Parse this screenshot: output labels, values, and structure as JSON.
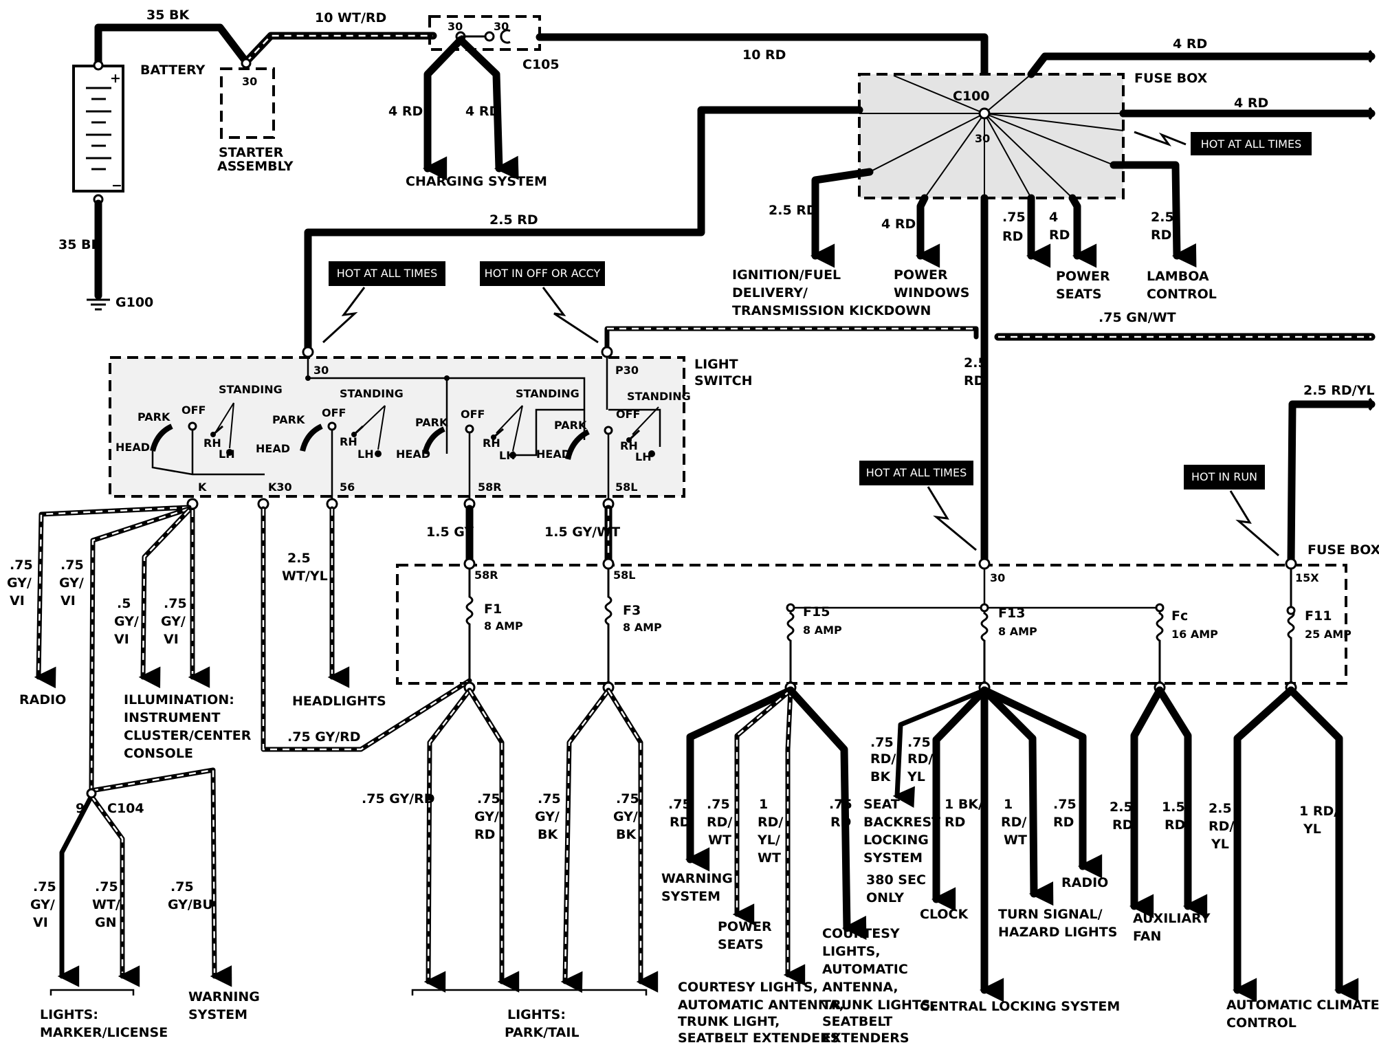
{
  "power_source": {
    "wire_batt_top": "35 BK",
    "wire_batt_starter": "10 WT/RD",
    "battery_label": "BATTERY",
    "wire_batt_ground": "35 BK",
    "ground_label": "G100",
    "starter_pin": "30",
    "starter_label_1": "STARTER",
    "starter_label_2": "ASSEMBLY",
    "connector_pin_a": "30",
    "connector_pin_b": "30",
    "connector_label": "C105",
    "wire_main": "10 RD",
    "charging_wire_a": "4 RD",
    "charging_wire_b": "4 RD",
    "charging_label": "CHARGING SYSTEM"
  },
  "upper_fuse_box": {
    "label": "FUSE BOX",
    "connector": "C100",
    "pin": "30",
    "out_top_1": "4 RD",
    "out_top_2": "4 RD",
    "tag_hot": "HOT AT ALL TIMES",
    "wire_to_switch": "2.5 RD",
    "branches": [
      {
        "wire": "2.5 RD",
        "lines": [
          "IGNITION/FUEL",
          "DELIVERY/",
          "TRANSMISSION KICKDOWN"
        ]
      },
      {
        "wire": "4 RD",
        "lines": [
          "POWER",
          "WINDOWS"
        ]
      },
      {
        "wire_lines": [
          ".75",
          "RD"
        ],
        "lines": []
      },
      {
        "wire_lines": [
          "4",
          "RD"
        ],
        "lines": [
          "POWER",
          "SEATS"
        ]
      },
      {
        "wire_lines": [
          "2.5",
          "RD"
        ],
        "lines": [
          "LAMBOA",
          "CONTROL"
        ]
      }
    ],
    "wire_gnwt": ".75 GN/WT",
    "wire_down_lines": [
      "2.5",
      "RD"
    ]
  },
  "light_switch": {
    "label_1": "LIGHT",
    "label_2": "SWITCH",
    "tag_hot_all": "HOT AT ALL TIMES",
    "tag_hot_off": "HOT IN OFF OR ACCY",
    "pin_30": "30",
    "pin_p30": "P30",
    "pin_k": "K",
    "pin_k30": "K30",
    "pin_56": "56",
    "pin_58r": "58R",
    "pin_58l": "58L",
    "word_standing": "STANDING",
    "word_park": "PARK",
    "word_off": "OFF",
    "word_head": "HEAD",
    "word_rh": "RH",
    "word_lh": "LH"
  },
  "switch_outputs": {
    "radio_wire": [
      ".75",
      "GY/",
      "VI"
    ],
    "radio_label": "RADIO",
    "c104_wire": [
      ".75",
      "GY/",
      "VI"
    ],
    "illum_wire_a": [
      ".5",
      "GY/",
      "VI"
    ],
    "illum_wire_b": [
      ".75",
      "GY/",
      "VI"
    ],
    "illum_label": [
      "ILLUMINATION:",
      "INSTRUMENT",
      "CLUSTER/CENTER",
      "CONSOLE"
    ],
    "k30_wire": ".75 GY/RD",
    "headlights_wire": [
      "2.5",
      "WT/YL"
    ],
    "headlights_label": "HEADLIGHTS",
    "wire_58r": "1.5 GY",
    "wire_58l": "1.5 GY/WT",
    "c104_pin": "9",
    "c104_label": "C104",
    "marker_wire_a": [
      ".75",
      "GY/",
      "VI"
    ],
    "marker_wire_b": [
      ".75",
      "WT/",
      "GN"
    ],
    "warning_wire": [
      ".75",
      "GY/BU"
    ],
    "marker_label": [
      "LIGHTS:",
      "MARKER/LICENSE"
    ],
    "warning_label": [
      "WARNING",
      "SYSTEM"
    ]
  },
  "lower_fuse_box": {
    "label": "FUSE BOX",
    "tag_hot_all": "HOT AT ALL TIMES",
    "tag_hot_run": "HOT IN RUN",
    "wire_right": "2.5 RD/YL",
    "pin_58r": "58R",
    "pin_58l": "58L",
    "pin_30": "30",
    "pin_15x": "15X",
    "fuses": [
      {
        "id": "F1",
        "rating": "8 AMP"
      },
      {
        "id": "F3",
        "rating": "8 AMP"
      },
      {
        "id": "F15",
        "rating": "8 AMP"
      },
      {
        "id": "F13",
        "rating": "8 AMP"
      },
      {
        "id": "Fc",
        "rating": "16 AMP"
      },
      {
        "id": "F11",
        "rating": "25 AMP"
      }
    ]
  },
  "outputs": {
    "f1_wire_a": ".75 GY/RD",
    "f1_wire_b": [
      ".75",
      "GY/",
      "RD"
    ],
    "f3_wire_a": [
      ".75",
      "GY/",
      "BK"
    ],
    "f3_wire_b": [
      ".75",
      "GY/",
      "BK"
    ],
    "park_label": [
      "LIGHTS:",
      "PARK/TAIL"
    ],
    "f15_w1": [
      ".75",
      "RD"
    ],
    "f15_w2": [
      ".75",
      "RD/",
      "WT"
    ],
    "f15_w3": [
      "1",
      "RD/",
      "YL/",
      "WT"
    ],
    "f15_w4": [
      ".75",
      "RD"
    ],
    "warning_label": [
      "WARNING",
      "SYSTEM"
    ],
    "power_seats_label": [
      "POWER",
      "SEATS"
    ],
    "courtesy_a_label": [
      "COURTESY LIGHTS,",
      "AUTOMATIC ANTENNA,",
      "TRUNK LIGHT,",
      "SEATBELT EXTENDERS"
    ],
    "courtesy_b_label": [
      "COURTESY",
      "LIGHTS,",
      "AUTOMATIC",
      "ANTENNA,",
      "TRUNK LIGHTS,",
      "SEATBELT",
      "EXTENDERS"
    ],
    "f13_w1": [
      ".75",
      "RD/",
      "BK"
    ],
    "f13_w2": [
      ".75",
      "RD/",
      "YL"
    ],
    "f13_w3": [
      "1 BK/",
      "RD"
    ],
    "f13_w4": [
      "1",
      "RD/",
      "WT"
    ],
    "f13_w5": [
      ".75",
      "RD"
    ],
    "seat_label": [
      "SEAT",
      "BACKREST",
      "LOCKING",
      "SYSTEM",
      "380 SEC",
      "ONLY"
    ],
    "clock_label": "CLOCK",
    "central_label": "CENTRAL LOCKING SYSTEM",
    "turn_label": [
      "TURN SIGNAL/",
      "HAZARD LIGHTS"
    ],
    "radio_label": "RADIO",
    "fc_w1": [
      "2.5",
      "RD"
    ],
    "fc_w2": [
      "1.5",
      "RD"
    ],
    "aux_label": [
      "AUXILIARY",
      "FAN"
    ],
    "f11_w1": [
      "2.5",
      "RD/",
      "YL"
    ],
    "f11_w2": [
      "1 RD/",
      "YL"
    ],
    "climate_label": [
      "AUTOMATIC CLIMATE",
      "CONTROL"
    ]
  }
}
